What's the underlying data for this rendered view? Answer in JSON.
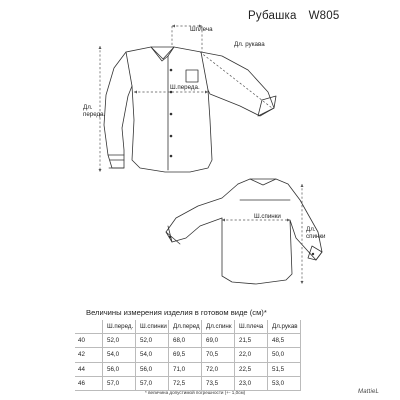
{
  "title": {
    "name": "Рубашка",
    "model": "W805"
  },
  "labels": {
    "shoulder": "Шплеча",
    "sleeve_length": "Дл. рукава",
    "front_length": "Дл.\nпереда.",
    "front_width": "Ш.переда.",
    "back_width": "Ш.спинки",
    "back_length": "Дл.\nспинки"
  },
  "caption": "Величины измерения изделия в готовом виде (см)*",
  "table": {
    "headers": [
      "",
      "Ш.перед.",
      "Ш.спинки",
      "Дл.перед",
      "Дл.спинк",
      "Ш.плеча",
      "Дл.рукав"
    ],
    "rows": [
      [
        "40",
        "52,0",
        "52,0",
        "68,0",
        "69,0",
        "21,5",
        "48,5"
      ],
      [
        "42",
        "54,0",
        "54,0",
        "69,5",
        "70,5",
        "22,0",
        "50,0"
      ],
      [
        "44",
        "56,0",
        "56,0",
        "71,0",
        "72,0",
        "22,5",
        "51,5"
      ],
      [
        "46",
        "57,0",
        "57,0",
        "72,5",
        "73,5",
        "23,0",
        "53,0"
      ]
    ]
  },
  "footnote": "* величина допустимой погрешности (+- 1,0см)",
  "brand": "MattieL"
}
